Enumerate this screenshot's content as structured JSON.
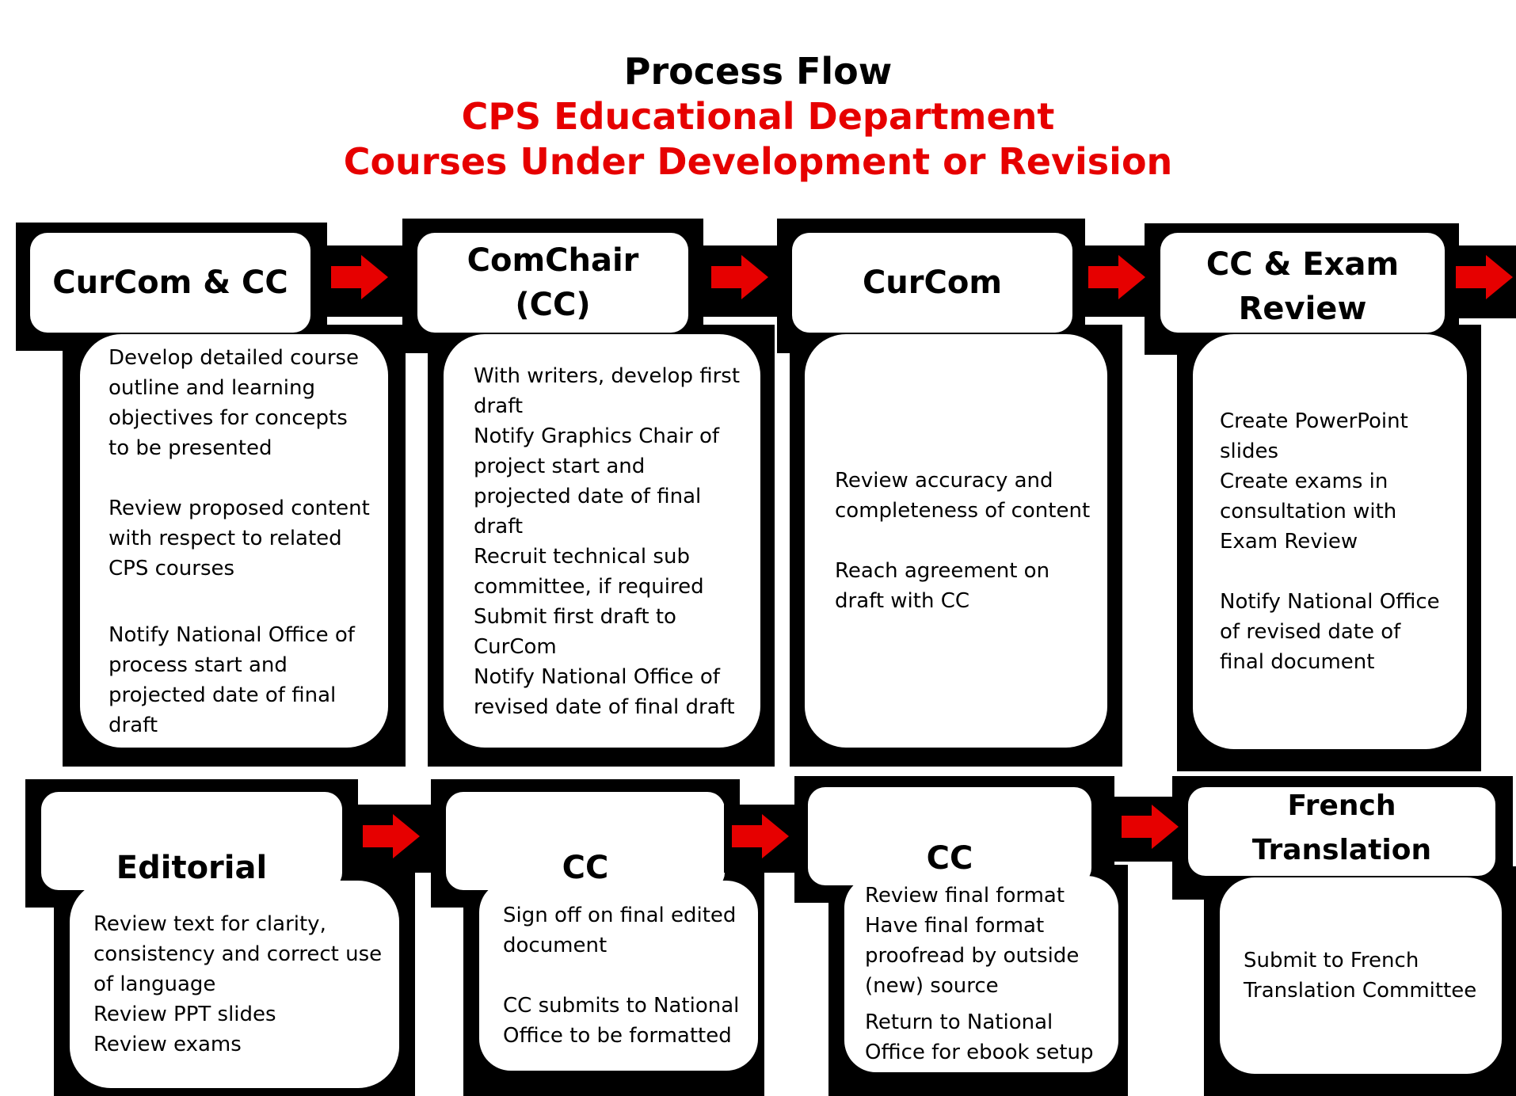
{
  "title": {
    "line1": "Process Flow",
    "line2": "CPS Educational Department",
    "line3": "Courses Under Development or Revision"
  },
  "colors": {
    "accent": "#e60000",
    "box_fill": "#ffffff",
    "frame": "#000000"
  },
  "steps": [
    {
      "header": "CurCom & CC",
      "items": [
        "Develop detailed course outline and learning objectives for concepts to be presented",
        "Review proposed content with respect to related CPS courses",
        "Notify National Office of process start and projected date of final draft"
      ]
    },
    {
      "header": "ComChair (CC)",
      "items": [
        "With writers, develop first draft",
        "Notify Graphics Chair of project start and projected date of final draft",
        "Recruit technical sub committee, if required",
        "Submit first draft to CurCom",
        "Notify National Office of revised date of final draft"
      ]
    },
    {
      "header": "CurCom",
      "items": [
        "Review accuracy and completeness of content",
        "Reach agreement on draft with CC"
      ]
    },
    {
      "header": "CC & Exam Review",
      "items": [
        "Create PowerPoint slides",
        "Create exams in consultation with Exam Review",
        "Notify National Office of revised date of final document"
      ]
    },
    {
      "header": "Editorial",
      "items": [
        "Review text for clarity, consistency and correct use of language",
        "Review PPT slides",
        "Review exams"
      ]
    },
    {
      "header": "CC",
      "items": [
        "Sign off on final edited document",
        "CC submits to National Office  to be formatted"
      ]
    },
    {
      "header": "CC",
      "items": [
        "Review final format",
        "Have final format proofread by outside (new) source",
        "Return to National Office for ebook setup"
      ]
    },
    {
      "header": "French Translation",
      "items": [
        "Submit to French Translation Committee"
      ]
    }
  ]
}
